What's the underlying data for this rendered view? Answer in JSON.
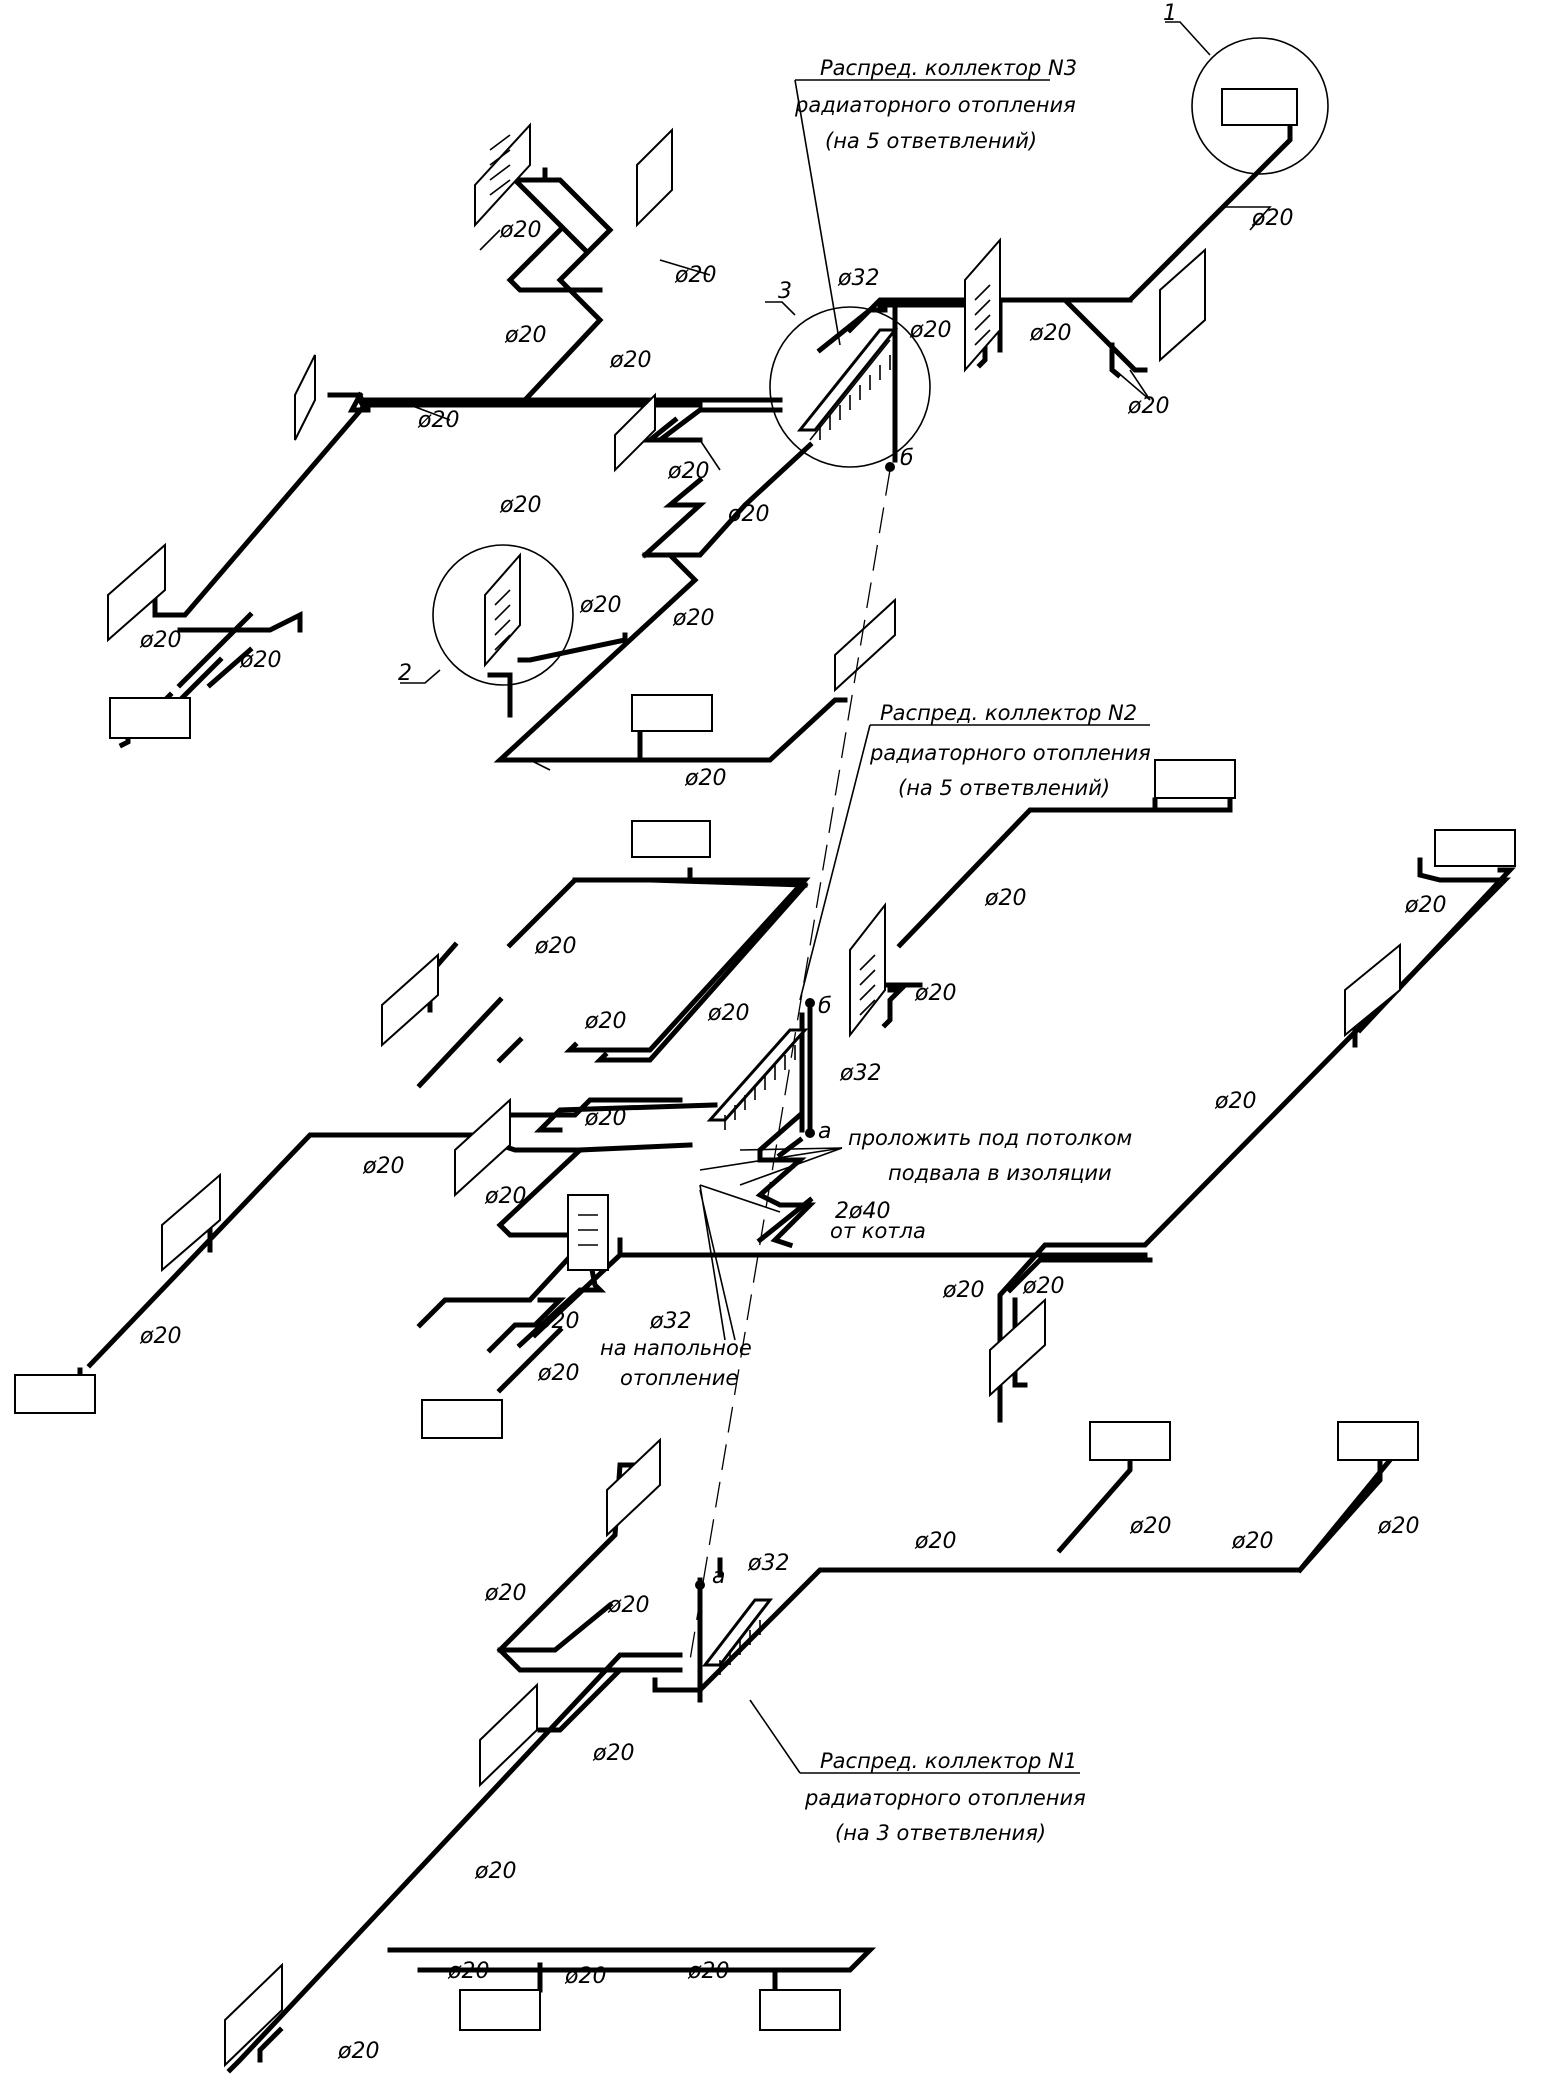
{
  "diameter_labels": {
    "d20": "ø20",
    "d32": "ø32",
    "d40x2": "2ø40"
  },
  "callouts": {
    "c1": "1",
    "c2": "2",
    "c3": "3"
  },
  "points": {
    "a": "а",
    "b": "б"
  },
  "collector3": {
    "line1": "Распред. коллектор N3",
    "line2": "радиаторного отопления",
    "line3": "(на 5 ответвлений)"
  },
  "collector2": {
    "line1": "Распред. коллектор N2",
    "line2": "радиаторного отопления",
    "line3": "(на 5 ответвлений)"
  },
  "collector1": {
    "line1": "Распред. коллектор N1",
    "line2": "радиаторного отопления",
    "line3": "(на 3 ответвления)"
  },
  "basement_note": {
    "line1": "проложить под потолком",
    "line2": "подвала в изоляции"
  },
  "boiler_note": "от котла",
  "floor_heating_note": {
    "line1": "на напольное",
    "line2": "отопление"
  }
}
